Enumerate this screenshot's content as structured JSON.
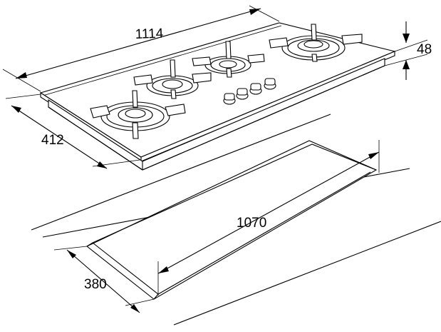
{
  "dimensions": {
    "hob_width": "1114",
    "hob_depth": "412",
    "hob_height": "48",
    "cutout_width": "1070",
    "cutout_depth": "380"
  }
}
